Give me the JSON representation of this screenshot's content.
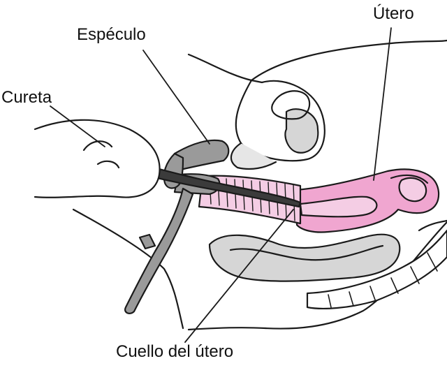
{
  "labels": {
    "especulo": "Espéculo",
    "cureta": "Cureta",
    "utero": "Útero",
    "cuello": "Cuello del útero"
  },
  "colors": {
    "uterus_fill": "#f0a6d0",
    "canal_fill": "#f4cde4",
    "instrument_fill": "#9a9a9a",
    "instrument_dark": "#3b3b3b",
    "organ_fill": "#d6d6d6",
    "outline": "#1a1a1a"
  }
}
